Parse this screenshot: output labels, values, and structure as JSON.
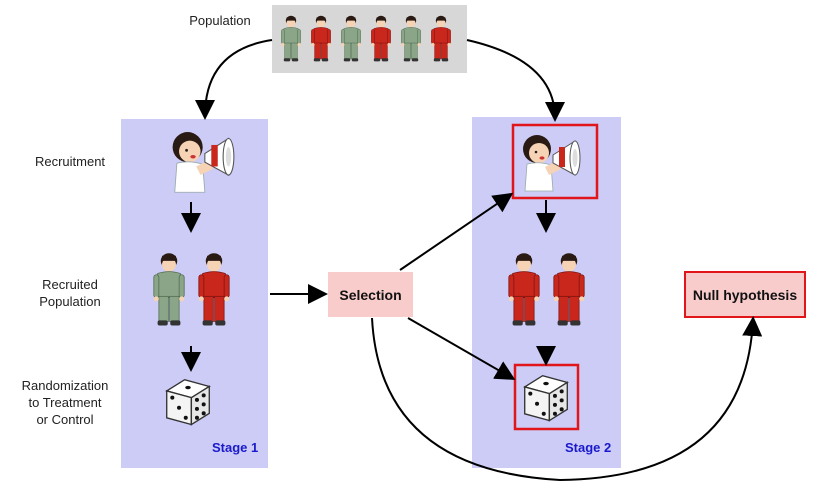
{
  "labels": {
    "population": "Population",
    "recruitment": "Recruitment",
    "recruited_population_line1": "Recruited",
    "recruited_population_line2": "Population",
    "randomization_line1": "Randomization",
    "randomization_line2": "to Treatment",
    "randomization_line3": "or Control"
  },
  "stages": {
    "stage1": "Stage 1",
    "stage2": "Stage 2"
  },
  "boxes": {
    "selection": "Selection",
    "null_hypothesis": "Null hypothesis"
  },
  "colors": {
    "stage_panel": "#ccccf7",
    "population_bg": "#d7d7d7",
    "selection_fill": "#f9cccc",
    "null_fill": "#f9cccc",
    "highlight_border": "#e0161b",
    "stage_text": "#1a1acc",
    "green_uniform": "#8aa588",
    "red_uniform": "#c9261c"
  },
  "population_uniforms": [
    "green",
    "red",
    "green",
    "red",
    "green",
    "red"
  ]
}
